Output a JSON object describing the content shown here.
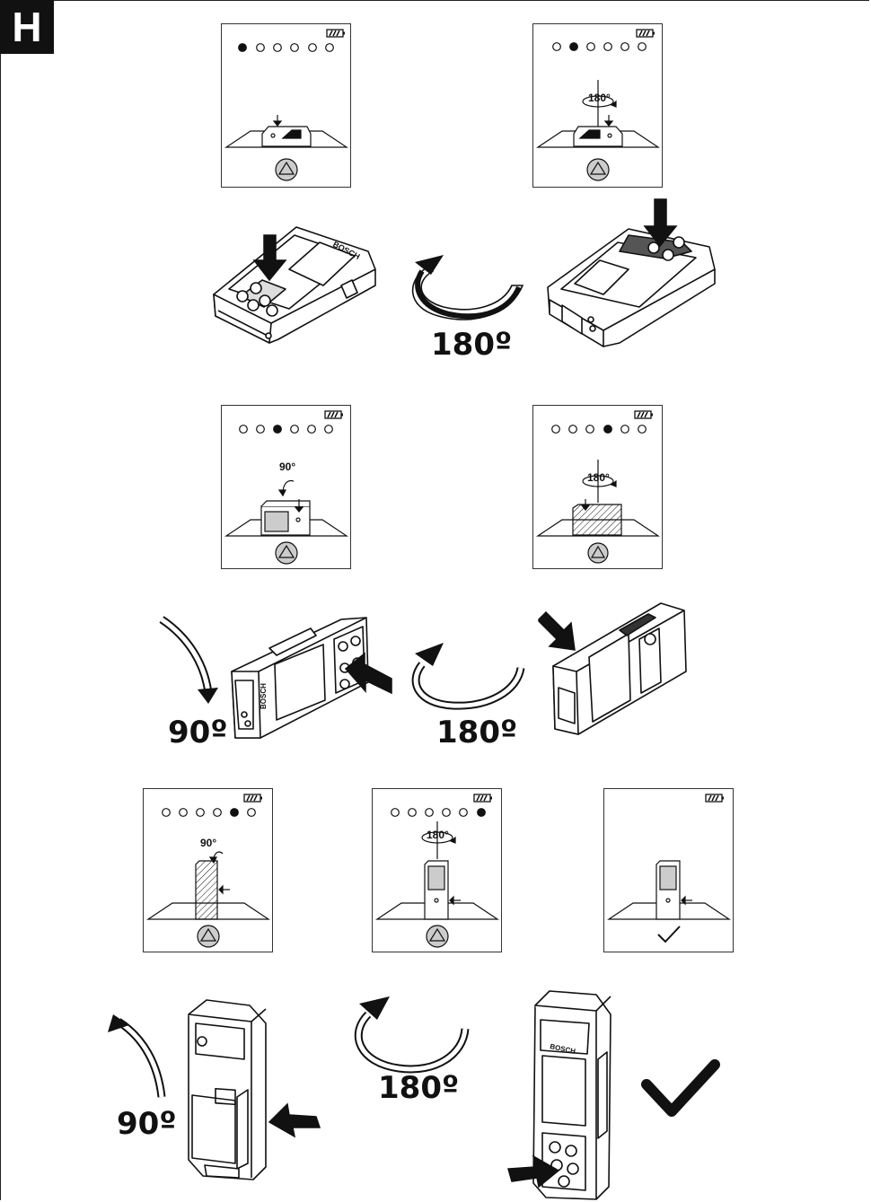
{
  "section_letter": "H",
  "rotation_labels": {
    "row1": "180º",
    "row2_left": "90º",
    "row2_right": "180º",
    "row3_left": "90º",
    "row3_mid": "180º"
  },
  "panel_labels": {
    "p2": "180°",
    "p3": "90°",
    "p4": "180°",
    "p5": "90°",
    "p6": "180°"
  },
  "device_brand": "BOSCH",
  "steps": [
    {
      "id": "p1",
      "active_dot": 1,
      "action": "triangle-button"
    },
    {
      "id": "p2",
      "active_dot": 2,
      "action": "triangle-button"
    },
    {
      "id": "p3",
      "active_dot": 3,
      "action": "triangle-button"
    },
    {
      "id": "p4",
      "active_dot": 4,
      "action": "triangle-button"
    },
    {
      "id": "p5",
      "active_dot": 5,
      "action": "triangle-button"
    },
    {
      "id": "p6",
      "active_dot": 6,
      "action": "triangle-button"
    },
    {
      "id": "p7",
      "active_dot": 0,
      "action": "checkmark"
    }
  ]
}
